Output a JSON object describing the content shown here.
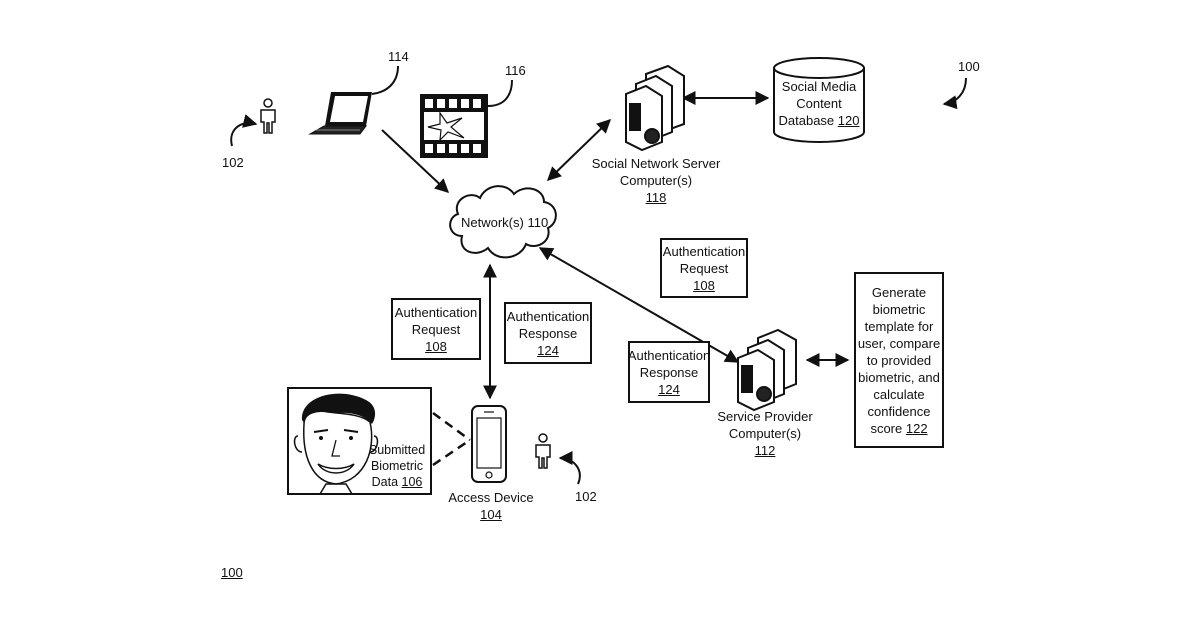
{
  "figure_ref": "100",
  "figure_ref_bottom": "100",
  "user_ref_top": "102",
  "user_ref_bottom": "102",
  "laptop_ref": "114",
  "media_ref": "116",
  "network": {
    "label": "Network(s) 110"
  },
  "social_server": {
    "line1": "Social Network Server",
    "line2": "Computer(s)",
    "ref": "118"
  },
  "database": {
    "line1": "Social Media",
    "line2": "Content",
    "line3": "Database",
    "ref": "120"
  },
  "auth_request_left": {
    "line1": "Authentication",
    "line2": "Request",
    "ref": "108"
  },
  "auth_response_left": {
    "line1": "Authentication",
    "line2": "Response",
    "ref": "124"
  },
  "auth_request_right": {
    "line1": "Authentication",
    "line2": "Request",
    "ref": "108"
  },
  "auth_response_right": {
    "line1": "Authentication",
    "line2": "Response",
    "ref": "124"
  },
  "service_provider": {
    "line1": "Service Provider",
    "line2": "Computer(s)",
    "ref": "112"
  },
  "biometric_box": {
    "lines": [
      "Generate",
      "biometric",
      "template for",
      "user, compare",
      "to provided",
      "biometric, and",
      "calculate",
      "confidence"
    ],
    "last_prefix": "score",
    "ref": "122"
  },
  "submitted": {
    "line1": "Submitted",
    "line2": "Biometric",
    "line3": "Data",
    "ref": "106"
  },
  "access_device": {
    "line1": "Access Device",
    "ref": "104"
  }
}
